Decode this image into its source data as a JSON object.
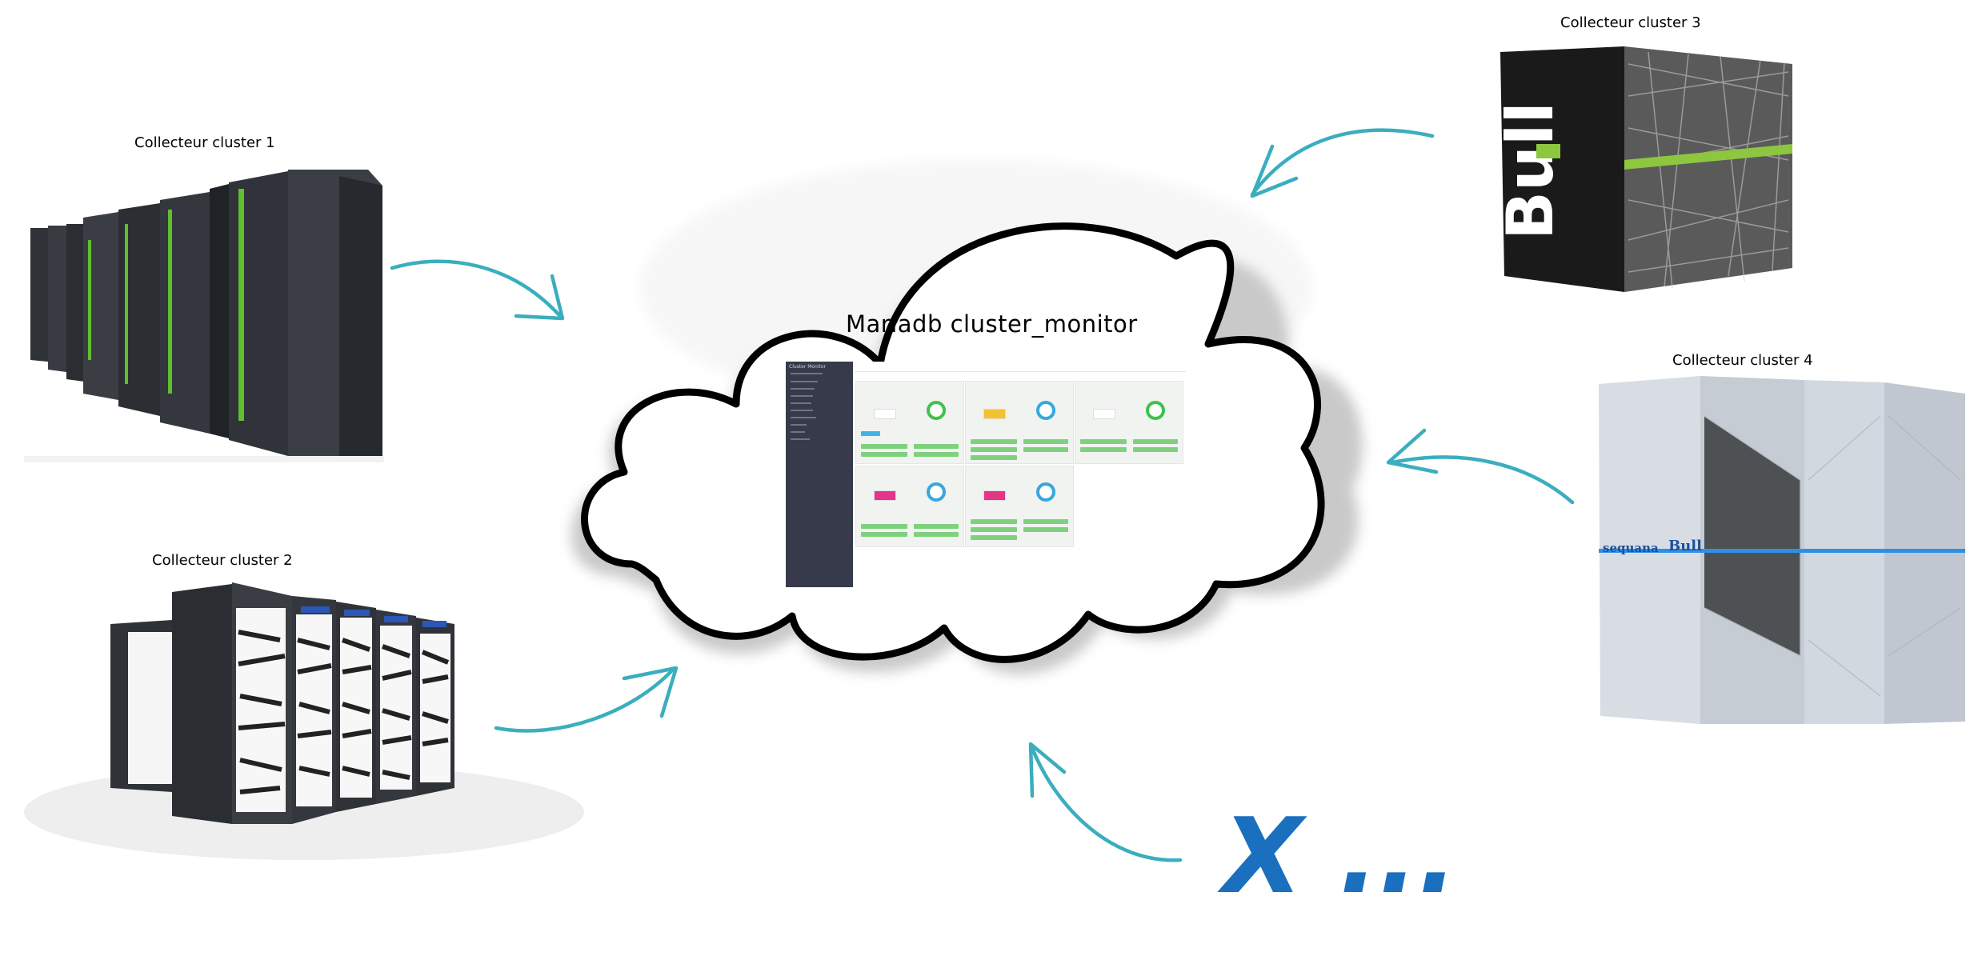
{
  "labels": {
    "cluster1": "Collecteur cluster 1",
    "cluster2": "Collecteur cluster 2",
    "cluster3": "Collecteur cluster 3",
    "cluster4": "Collecteur cluster 4"
  },
  "cloud": {
    "title": "Mariadb cluster_monitor"
  },
  "more": {
    "text": "X ..."
  },
  "colors": {
    "arrow": "#3aaebf",
    "more_text": "#1a6fbf",
    "cloud_outline": "#000000",
    "cloud_shadow": "#c8c8c8",
    "dashboard_sidebar": "#363a4a",
    "dashboard_status_green": "#7fd07f"
  },
  "icons": {
    "cluster1": "ibm-server-racks-icon",
    "cluster2": "server-racks-icon",
    "cluster3": "bull-supercomputer-icon",
    "cluster4": "sequana-bull-supercomputer-icon",
    "arrow": "curved-arrow-icon",
    "cloud": "cloud-icon"
  },
  "dashboard": {
    "brand": "Cluster Monitor"
  }
}
